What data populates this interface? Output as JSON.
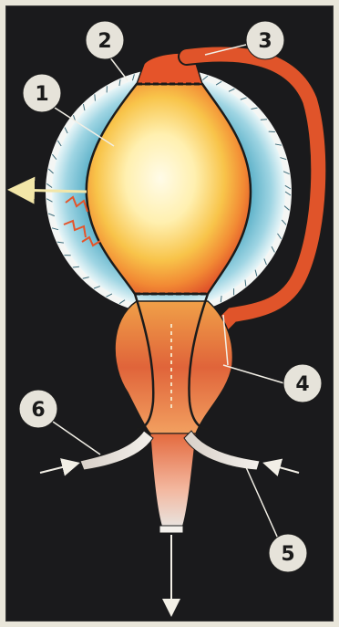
{
  "colors": {
    "background": "#1a1a1c",
    "flame_core": "#fff6d8",
    "flame_mid": "#f7c94a",
    "flame_outer": "#e5542a",
    "jacket": "#b7dfe8",
    "label_circle": "#e6e3da"
  },
  "labels": {
    "l1": "1",
    "l2": "2",
    "l3": "3",
    "l4": "4",
    "l5": "5",
    "l6": "6"
  }
}
